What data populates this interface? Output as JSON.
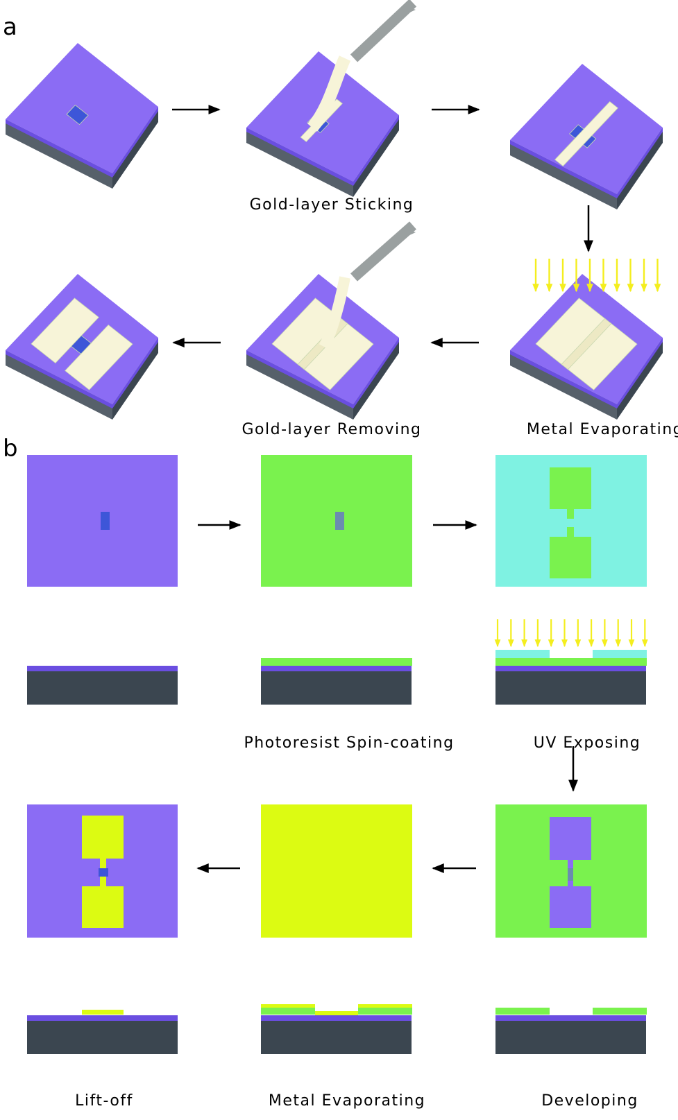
{
  "panels": {
    "a": {
      "label": "a",
      "steps": [
        {
          "label": ""
        },
        {
          "label": "Gold-layer Sticking"
        },
        {
          "label": ""
        },
        {
          "label": "Metal Evaporating"
        },
        {
          "label": "Gold-layer Removing"
        },
        {
          "label": ""
        }
      ]
    },
    "b": {
      "label": "b",
      "steps": [
        {
          "label": ""
        },
        {
          "label": "Photoresist Spin-coating"
        },
        {
          "label": "UV Exposing"
        },
        {
          "label": "Developing"
        },
        {
          "label": "Metal Evaporating"
        },
        {
          "label": "Lift-off"
        }
      ]
    }
  },
  "colors": {
    "substrate_top": "#8b6cf4",
    "substrate_side_right": "#3b4650",
    "substrate_side_front": "#56606a",
    "oxide_layer": "#6a4ee0",
    "flake": "#3d56d8",
    "gold_layer": "#f7f4d8",
    "tweezer": "#9aa0a0",
    "photoresist": "#7af24e",
    "exposed_resist": "#7ff2e2",
    "metal": "#dcfb12",
    "uv_arrow": "#f4ee1e",
    "arrow": "#000000"
  },
  "icons": {
    "tweezer": "tweezer-icon",
    "uv_light": "uv-arrow-icon",
    "process_arrow": "arrow-icon"
  }
}
